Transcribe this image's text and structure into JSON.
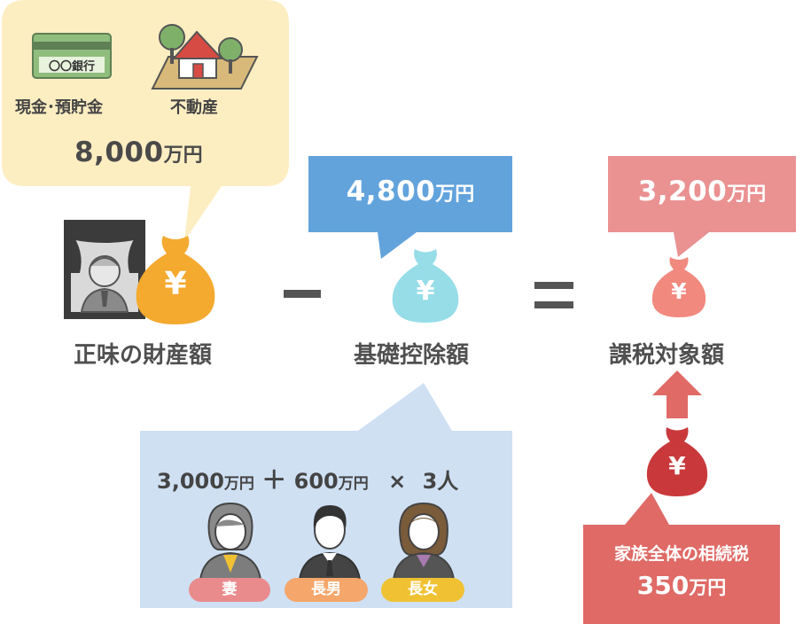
{
  "assets": {
    "bank_card_text": "〇〇銀行",
    "cash_label": "現金･預貯金",
    "real_estate_label": "不動産",
    "amount_number": "8,000",
    "amount_unit": "万円"
  },
  "basic_deduction": {
    "amount_number": "4,800",
    "amount_unit": "万円",
    "label": "基礎控除額"
  },
  "taxable": {
    "amount_number": "3,200",
    "amount_unit": "万円",
    "label": "課税対象額"
  },
  "net_estate_label": "正味の財産額",
  "operators": {
    "minus": "−",
    "equals": "="
  },
  "formula": {
    "base_number": "3,000",
    "base_unit": "万円",
    "plus": "＋",
    "per_number": "600",
    "per_unit": "万円",
    "times": "×",
    "heirs_count": "3人",
    "heirs": [
      "妻",
      "長男",
      "長女"
    ]
  },
  "family_tax": {
    "line1": "家族全体の相続税",
    "amount_number": "350",
    "amount_unit": "万円"
  },
  "yen_symbol": "¥",
  "colors": {
    "assets_bubble": "#fdeec2",
    "deduction_box": "#62a3dc",
    "taxable_box": "#ea9192",
    "formula_box": "#cfe0f3",
    "family_tax_box": "#df6a66",
    "bag_orange": "#f4a92f",
    "bag_cyan": "#96dde8",
    "bag_salmon": "#f1897f",
    "bag_red": "#c9393b",
    "pill_wife": "#e98b8d",
    "pill_son": "#f5a66b",
    "pill_daughter": "#f0c233"
  }
}
